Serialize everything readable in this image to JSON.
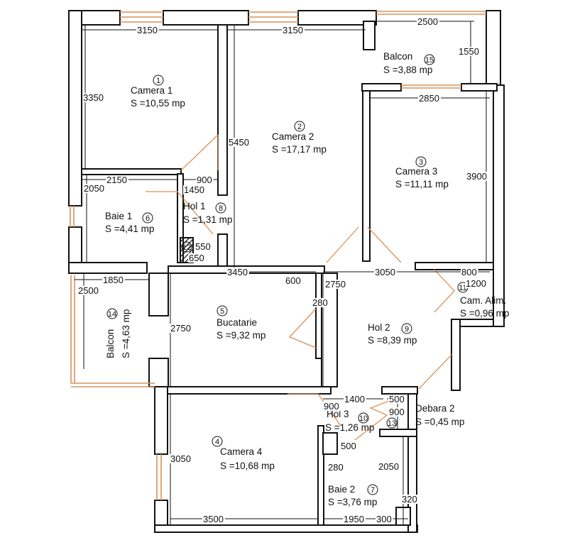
{
  "rooms": [
    {
      "id": "camera-1",
      "name": "Camera 1",
      "number": "1",
      "area": "S =10,55 mp"
    },
    {
      "id": "camera-2",
      "name": "Camera 2",
      "number": "2",
      "area": "S =17,17 mp"
    },
    {
      "id": "camera-3",
      "name": "Camera 3",
      "number": "3",
      "area": "S =11,11 mp"
    },
    {
      "id": "balcon-15",
      "name": "Balcon",
      "number": "15",
      "area": "S =3,88 mp"
    },
    {
      "id": "baie-1",
      "name": "Baie 1",
      "number": "6",
      "area": "S =4,41 mp"
    },
    {
      "id": "hol-1",
      "name": "Hol 1",
      "number": "8",
      "area": "S =1,31 mp"
    },
    {
      "id": "bucatarie",
      "name": "Bucatarie",
      "number": "5",
      "area": "S =9,32 mp"
    },
    {
      "id": "balcon-14",
      "name": "Balcon",
      "number": "14",
      "area": "S =4,63 mp"
    },
    {
      "id": "hol-2",
      "name": "Hol 2",
      "number": "9",
      "area": "S =8,39 mp"
    },
    {
      "id": "cam-alim",
      "name": "Cam. Alim.",
      "number": "11",
      "area": "S =0,96 mp"
    },
    {
      "id": "camera-4",
      "name": "Camera 4",
      "number": "4",
      "area": "S =10,68 mp"
    },
    {
      "id": "hol-3",
      "name": "Hol 3",
      "number": "10",
      "area": "S =1,26 mp"
    },
    {
      "id": "debara-2",
      "name": "Debara 2",
      "number": "13",
      "area": "S =0,45 mp"
    },
    {
      "id": "baie-2",
      "name": "Baie 2",
      "number": "7",
      "area": "S =3,76 mp"
    },
    {
      "id": "shaft",
      "name": "",
      "number": "12",
      "area": ""
    }
  ],
  "dimensions": [
    "3150",
    "3150",
    "2500",
    "1550",
    "3350",
    "5450",
    "2850",
    "3900",
    "2150",
    "900",
    "2050",
    "1450",
    "550",
    "650",
    "3450",
    "3050",
    "800",
    "1850",
    "2500",
    "600",
    "2750",
    "1200",
    "280",
    "2750",
    "1400",
    "500",
    "900",
    "900",
    "500",
    "280",
    "2050",
    "3050",
    "320",
    "3500",
    "1950",
    "300"
  ]
}
